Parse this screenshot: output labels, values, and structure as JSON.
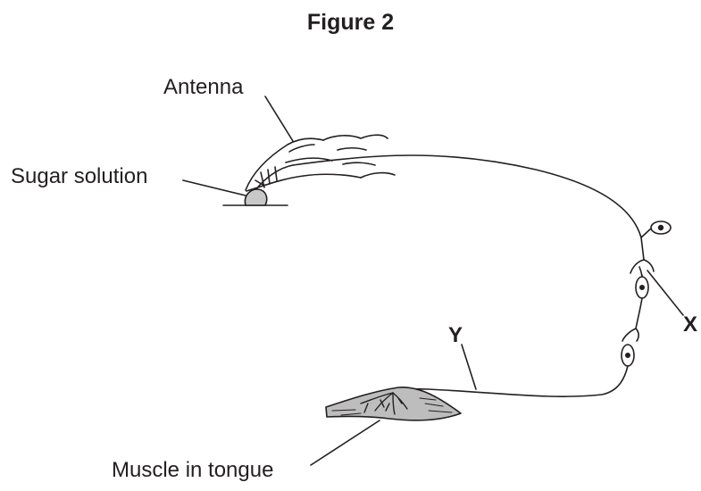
{
  "figure": {
    "title": "Figure 2",
    "labels": {
      "antenna": "Antenna",
      "sugar_solution": "Sugar solution",
      "muscle": "Muscle in tongue",
      "x": "X",
      "y": "Y"
    }
  },
  "colors": {
    "ink": "#231f20",
    "droplet_fill": "#c8c8c8",
    "muscle_fill": "#bdbdbd"
  }
}
